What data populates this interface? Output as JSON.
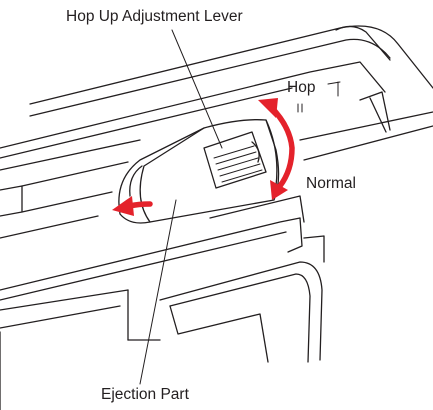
{
  "labels": {
    "hop_up_lever": "Hop Up Adjustment Lever",
    "hop": "Hop",
    "normal": "Normal",
    "ejection_part": "Ejection Part"
  },
  "colors": {
    "line": "#231f20",
    "arrow": "#e4222b",
    "background": "#ffffff"
  },
  "icons": {
    "rotation_arrow": "curved-double-arrow",
    "eject_arrow": "curved-left-arrow"
  }
}
